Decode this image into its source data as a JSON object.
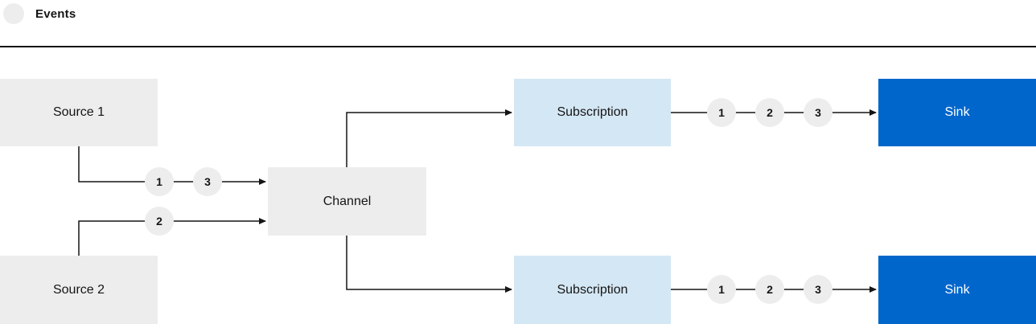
{
  "legend": {
    "label": "Events"
  },
  "nodes": {
    "source1": {
      "label": "Source 1"
    },
    "source2": {
      "label": "Source 2"
    },
    "channel": {
      "label": "Channel"
    },
    "subscription_top": {
      "label": "Subscription"
    },
    "subscription_bottom": {
      "label": "Subscription"
    },
    "sink_top": {
      "label": "Sink"
    },
    "sink_bottom": {
      "label": "Sink"
    }
  },
  "events": {
    "source1_to_channel": [
      "1",
      "3"
    ],
    "source2_to_channel": [
      "2"
    ],
    "subscription_top_to_sink": [
      "1",
      "2",
      "3"
    ],
    "subscription_bottom_to_sink": [
      "1",
      "2",
      "3"
    ]
  },
  "colors": {
    "box_gray": "#ededed",
    "box_lightblue": "#d4e7f4",
    "box_blue": "#0066cc",
    "line": "#151515",
    "text": "#151515"
  }
}
